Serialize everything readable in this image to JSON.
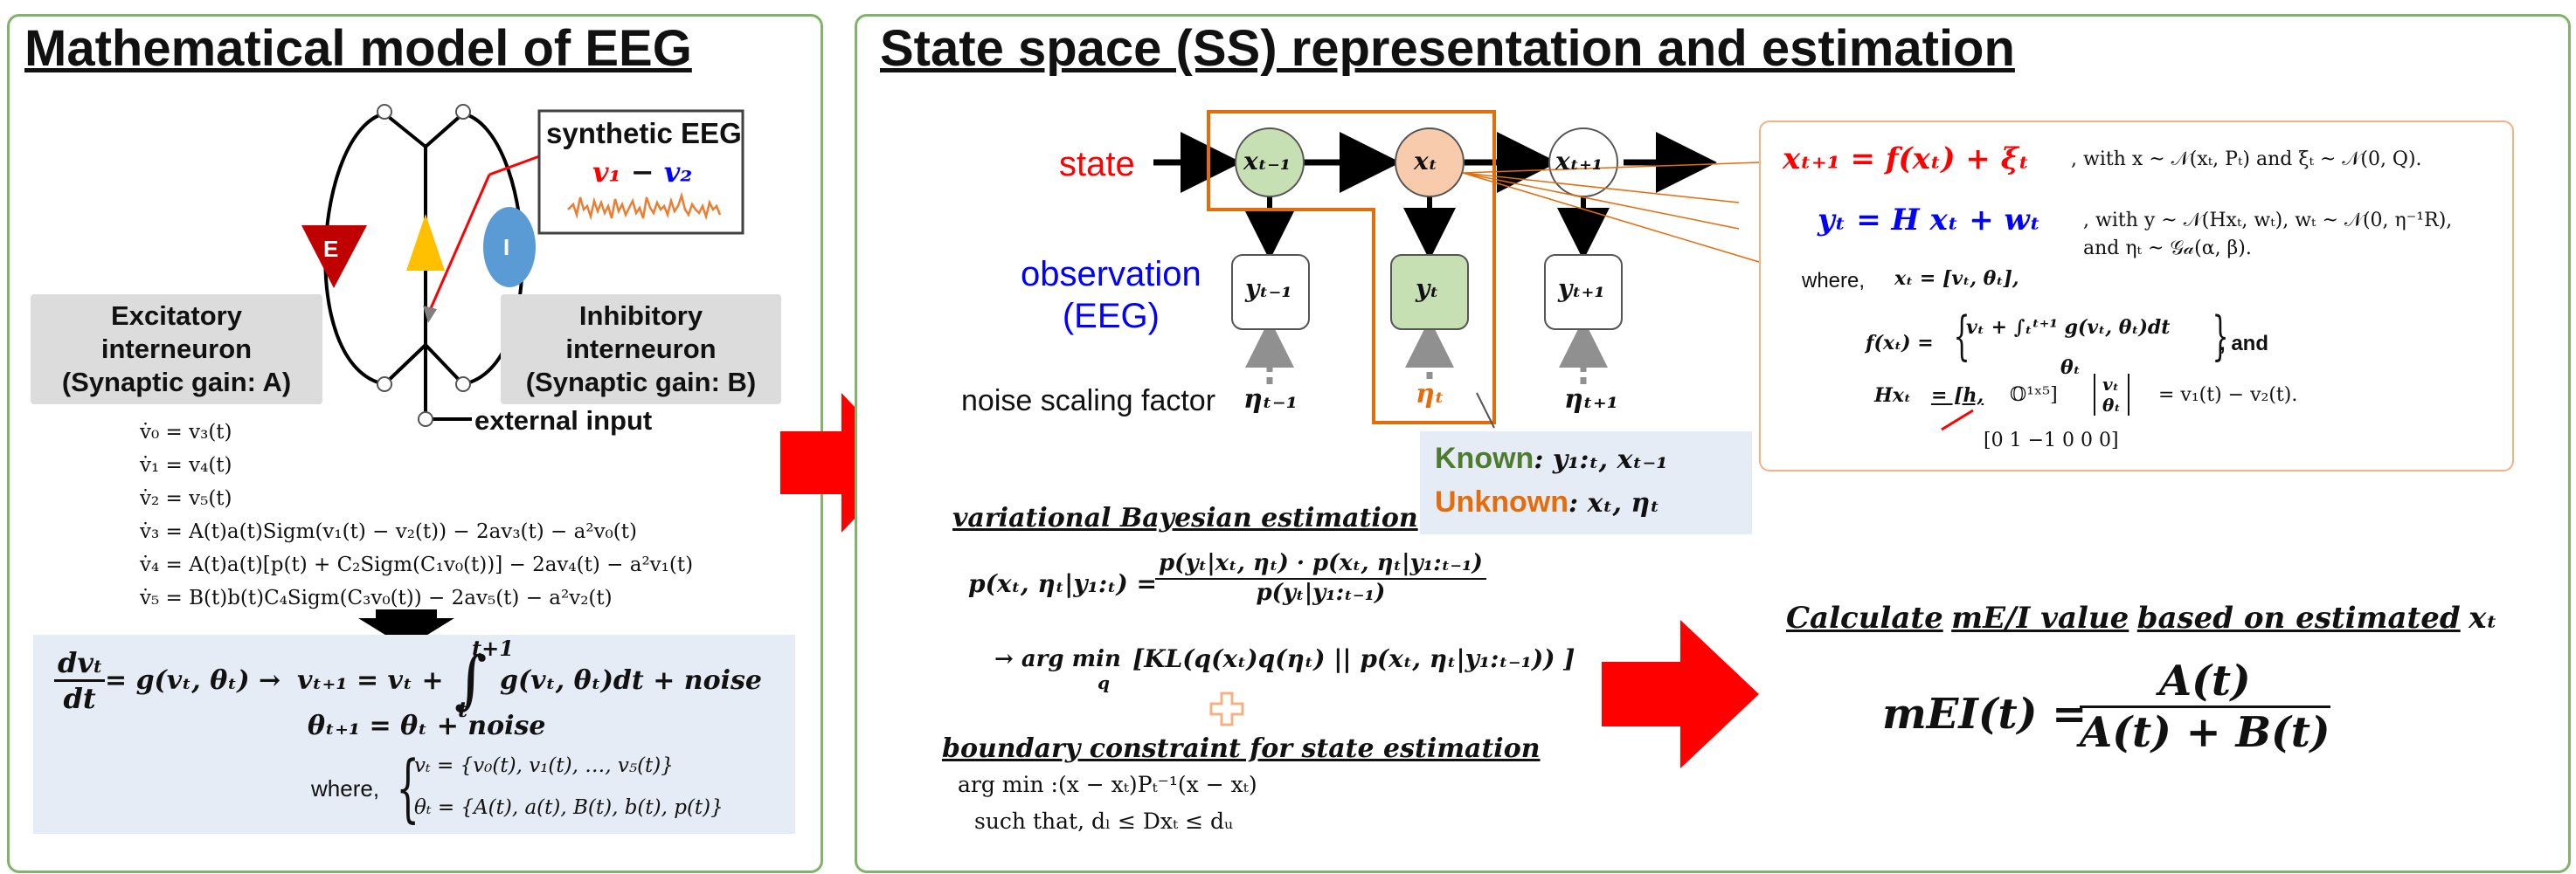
{
  "left_panel": {
    "title": "Mathematical model of EEG",
    "synthetic_label": "synthetic EEG",
    "v1": "v₁",
    "minus": " − ",
    "v2": "v₂",
    "E_label": "E",
    "I_label": "I",
    "exc_line1": "Excitatory interneuron",
    "exc_line2": "(Synaptic gain: A)",
    "inh_line1": "Inhibitory interneuron",
    "inh_line2": "(Synaptic gain: B)",
    "external_input": "external input",
    "equations": [
      "v̇₀ = v₃(t)",
      "v̇₁ = v₄(t)",
      "v̇₂ = v₅(t)",
      "v̇₃ = A(t)a(t)Sigm(v₁(t) − v₂(t)) − 2av₃(t) − a²v₀(t)",
      "v̇₄ = A(t)a(t)[p(t) + C₂Sigm(C₁v₀(t))] − 2av₄(t) − a²v₁(t)",
      "v̇₅ = B(t)b(t)C₄Sigm(C₃v₀(t)) − 2av₅(t) − a²v₂(t)"
    ],
    "dv_num": "dv",
    "dv_sub": "t",
    "dt_den": "dt",
    "ode_rhs": "= g(vₜ, θₜ) →",
    "int_lhs": "vₜ₊₁ = vₜ +",
    "int_upper": "t+1",
    "int_lower": "t",
    "int_body": "g(vₜ, θₜ)dt + noise",
    "theta_eq": "θₜ₊₁ = θₜ + noise",
    "where": "where,",
    "vt_def": "vₜ = {v₀(t), v₁(t), …, v₅(t)}",
    "theta_def": "θₜ = {A(t), a(t), B(t), b(t), p(t)}"
  },
  "right_panel": {
    "title": "State space (SS) representation and estimation",
    "state_label": "state",
    "observation_label_1": "observation",
    "observation_label_2": "(EEG)",
    "noise_label": "noise scaling factor",
    "nodes": {
      "x_prev": "xₜ₋₁",
      "x_t": "xₜ",
      "x_next": "xₜ₊₁",
      "y_prev": "yₜ₋₁",
      "y_t": "yₜ",
      "y_next": "yₜ₊₁",
      "eta_prev": "ηₜ₋₁",
      "eta_t": "ηₜ",
      "eta_next": "ηₜ₊₁"
    },
    "known_label": "Known",
    "known_value": ":      y₁:ₜ, xₜ₋₁",
    "unknown_label": "Unknown",
    "unknown_value": ": xₜ, ηₜ",
    "ss_box": {
      "eq1": "xₜ₊₁ = f(xₜ) +  ξₜ",
      "eq1_note": ", with x ~ 𝒩(xₜ, Pₜ) and ξₜ ~ 𝒩(0, Q).",
      "eq2": "yₜ = H xₜ + wₜ",
      "eq2_note": ", with y ~ 𝒩(Hxₜ, wₜ), wₜ ~ 𝒩(0, η⁻¹R),",
      "eq2_note2": "and ηₜ ~ 𝒢𝒶(α, β).",
      "where": "where,",
      "xt_def": "xₜ = [vₜ, θₜ],",
      "f_lhs": "f(xₜ) =",
      "f_row1": "vₜ + ∫ₜᵗ⁺¹ g(vₜ, θₜ)dt",
      "f_row2": "θₜ",
      "f_and": ", and",
      "h_lhs": "Hxₜ",
      "h_eq": "= [h,",
      "h_zero": "𝕆¹ˣ⁵]",
      "h_vec1": "vₜ",
      "h_vec2": "θₜ",
      "h_rhs": "= v₁(t) − v₂(t).",
      "h_row": "[0    1    −1    0    0    0]"
    },
    "vb_title": "variational Bayesian estimation",
    "vb_lhs": "p(xₜ, ηₜ|y₁:ₜ) =",
    "vb_num": "p(yₜ|xₜ, ηₜ) · p(xₜ, ηₜ|y₁:ₜ₋₁)",
    "vb_den": "p(yₜ|y₁:ₜ₋₁)",
    "vb_argmin": "→  arg min",
    "vb_q": "q",
    "vb_kl": "[KL(q(xₜ)q(ηₜ) || p(xₜ, ηₜ|y₁:ₜ₋₁)) ]",
    "bc_title": "boundary constraint for state estimation",
    "bc_eq1": "arg min :(x − xₜ)Pₜ⁻¹(x − xₜ)",
    "bc_eq2": "such that, dₗ ≤ Dxₜ ≤ dᵤ",
    "calc_parts": [
      "Calculate",
      "mE/I value",
      "based on estimated",
      "xₜ"
    ],
    "mei_lhs": "mEI(t) =",
    "mei_num": "A(t)",
    "mei_den": "A(t) + B(t)"
  },
  "colors": {
    "panel_border": "#7fb46a",
    "state_red": "#ff0000",
    "obs_blue": "#0000ff",
    "orange": "#e46c0a",
    "known_green": "#4e7c2f",
    "node_green": "#c6e0b4",
    "node_orange": "#f8cbad",
    "excit_red": "#c00000",
    "inhib_blue": "#5b9bd5",
    "pyramid_yellow": "#ffc000",
    "gray_box": "#dcdcdc",
    "blue_box": "#e6ecf5"
  }
}
